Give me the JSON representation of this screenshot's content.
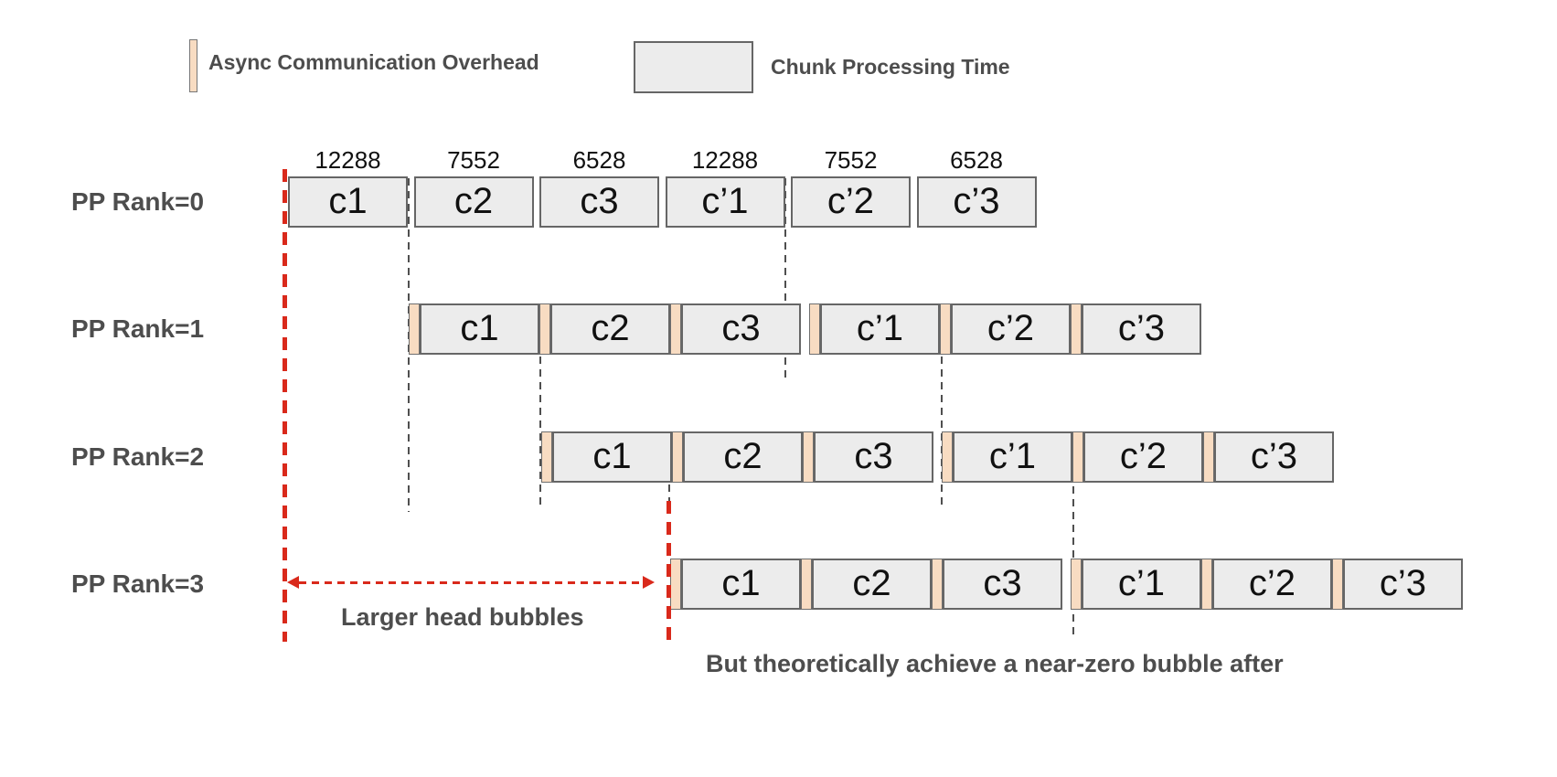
{
  "legend": {
    "async_label": "Async Communication Overhead",
    "chunk_label": "Chunk Processing Time"
  },
  "chunk_sizes": [
    "12288",
    "7552",
    "6528",
    "12288",
    "7552",
    "6528"
  ],
  "chunk_names": [
    "c1",
    "c2",
    "c3",
    "c’1",
    "c’2",
    "c’3"
  ],
  "rows": [
    {
      "label": "PP Rank=0"
    },
    {
      "label": "PP Rank=1"
    },
    {
      "label": "PP Rank=2"
    },
    {
      "label": "PP Rank=3"
    }
  ],
  "annotations": {
    "head_bubble": "Larger head bubbles",
    "tail": "But theoretically achieve a near-zero bubble after"
  },
  "colors": {
    "chunk_fill": "#ececec",
    "comm_fill": "#f8dcc2",
    "border": "#666666",
    "red": "#d9291b",
    "dash_line": "#4f4f4f",
    "gray_text": "#4d4d4d"
  }
}
